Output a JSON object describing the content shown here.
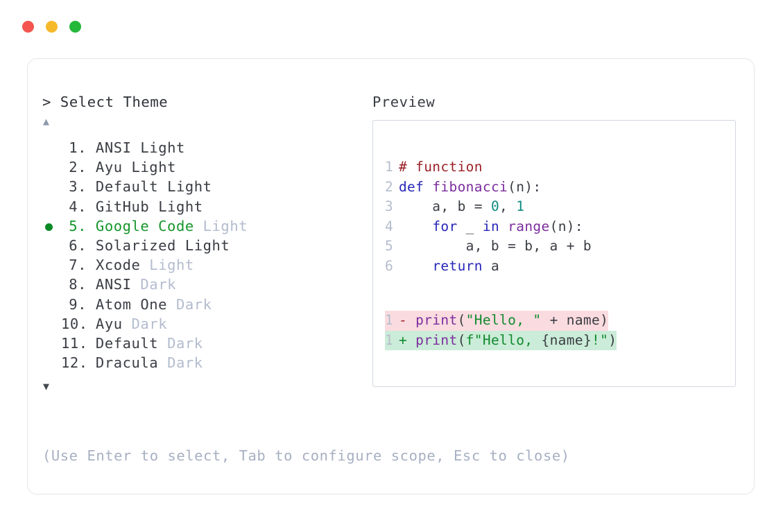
{
  "window": {
    "traffic_lights": [
      {
        "name": "close",
        "color": "#f4564f"
      },
      {
        "name": "minimize",
        "color": "#f6b92a"
      },
      {
        "name": "maximize",
        "color": "#23b83a"
      }
    ]
  },
  "left": {
    "prompt_marker": ">",
    "prompt_label": "Select Theme",
    "scroll_up_icon": "▲",
    "scroll_down_icon": "▼",
    "help_text": "(Use Enter to select, Tab to configure scope, Esc to close)",
    "selected_index": 5,
    "themes": [
      {
        "num": "1.",
        "name": "ANSI",
        "variant": "Light",
        "dim_variant": false,
        "selected": false
      },
      {
        "num": "2.",
        "name": "Ayu",
        "variant": "Light",
        "dim_variant": false,
        "selected": false
      },
      {
        "num": "3.",
        "name": "Default",
        "variant": "Light",
        "dim_variant": false,
        "selected": false
      },
      {
        "num": "4.",
        "name": "GitHub",
        "variant": "Light",
        "dim_variant": false,
        "selected": false
      },
      {
        "num": "5.",
        "name": "Google Code",
        "variant": "Light",
        "dim_variant": true,
        "selected": true
      },
      {
        "num": "6.",
        "name": "Solarized",
        "variant": "Light",
        "dim_variant": false,
        "selected": false
      },
      {
        "num": "7.",
        "name": "Xcode",
        "variant": "Light",
        "dim_variant": true,
        "selected": false
      },
      {
        "num": "8.",
        "name": "ANSI",
        "variant": "Dark",
        "dim_variant": true,
        "selected": false
      },
      {
        "num": "9.",
        "name": "Atom One",
        "variant": "Dark",
        "dim_variant": true,
        "selected": false
      },
      {
        "num": "10.",
        "name": "Ayu",
        "variant": "Dark",
        "dim_variant": true,
        "selected": false
      },
      {
        "num": "11.",
        "name": "Default",
        "variant": "Dark",
        "dim_variant": true,
        "selected": false
      },
      {
        "num": "12.",
        "name": "Dracula",
        "variant": "Dark",
        "dim_variant": true,
        "selected": false
      }
    ]
  },
  "right": {
    "preview_label": "Preview",
    "code_lines": [
      {
        "ln": "1",
        "tokens": [
          {
            "t": "# function",
            "c": "comment"
          }
        ]
      },
      {
        "ln": "2",
        "tokens": [
          {
            "t": "def ",
            "c": "keyword"
          },
          {
            "t": "fibonacci",
            "c": "func"
          },
          {
            "t": "(n):",
            "c": "punct"
          }
        ]
      },
      {
        "ln": "3",
        "tokens": [
          {
            "t": "    a, b = ",
            "c": "plain"
          },
          {
            "t": "0",
            "c": "number"
          },
          {
            "t": ", ",
            "c": "plain"
          },
          {
            "t": "1",
            "c": "number"
          }
        ]
      },
      {
        "ln": "4",
        "tokens": [
          {
            "t": "    ",
            "c": "plain"
          },
          {
            "t": "for",
            "c": "keyword"
          },
          {
            "t": " _ ",
            "c": "plain"
          },
          {
            "t": "in",
            "c": "keyword"
          },
          {
            "t": " ",
            "c": "plain"
          },
          {
            "t": "range",
            "c": "func"
          },
          {
            "t": "(n):",
            "c": "punct"
          }
        ]
      },
      {
        "ln": "5",
        "tokens": [
          {
            "t": "        a, b = b, a + b",
            "c": "plain"
          }
        ]
      },
      {
        "ln": "6",
        "tokens": [
          {
            "t": "    ",
            "c": "plain"
          },
          {
            "t": "return",
            "c": "keyword"
          },
          {
            "t": " a",
            "c": "plain"
          }
        ]
      }
    ],
    "diff_lines": [
      {
        "ln": "1",
        "kind": "removed",
        "marker": "-",
        "tokens": [
          {
            "t": "print",
            "c": "func"
          },
          {
            "t": "(",
            "c": "punct"
          },
          {
            "t": "\"Hello, \"",
            "c": "string"
          },
          {
            "t": " + name)",
            "c": "plain"
          }
        ]
      },
      {
        "ln": "1",
        "kind": "added",
        "marker": "+",
        "tokens": [
          {
            "t": "print",
            "c": "func"
          },
          {
            "t": "(",
            "c": "punct"
          },
          {
            "t": "f\"Hello, ",
            "c": "string"
          },
          {
            "t": "{",
            "c": "punct"
          },
          {
            "t": "name",
            "c": "plain"
          },
          {
            "t": "}",
            "c": "punct"
          },
          {
            "t": "!\"",
            "c": "string"
          },
          {
            "t": ")",
            "c": "punct"
          }
        ]
      }
    ]
  }
}
